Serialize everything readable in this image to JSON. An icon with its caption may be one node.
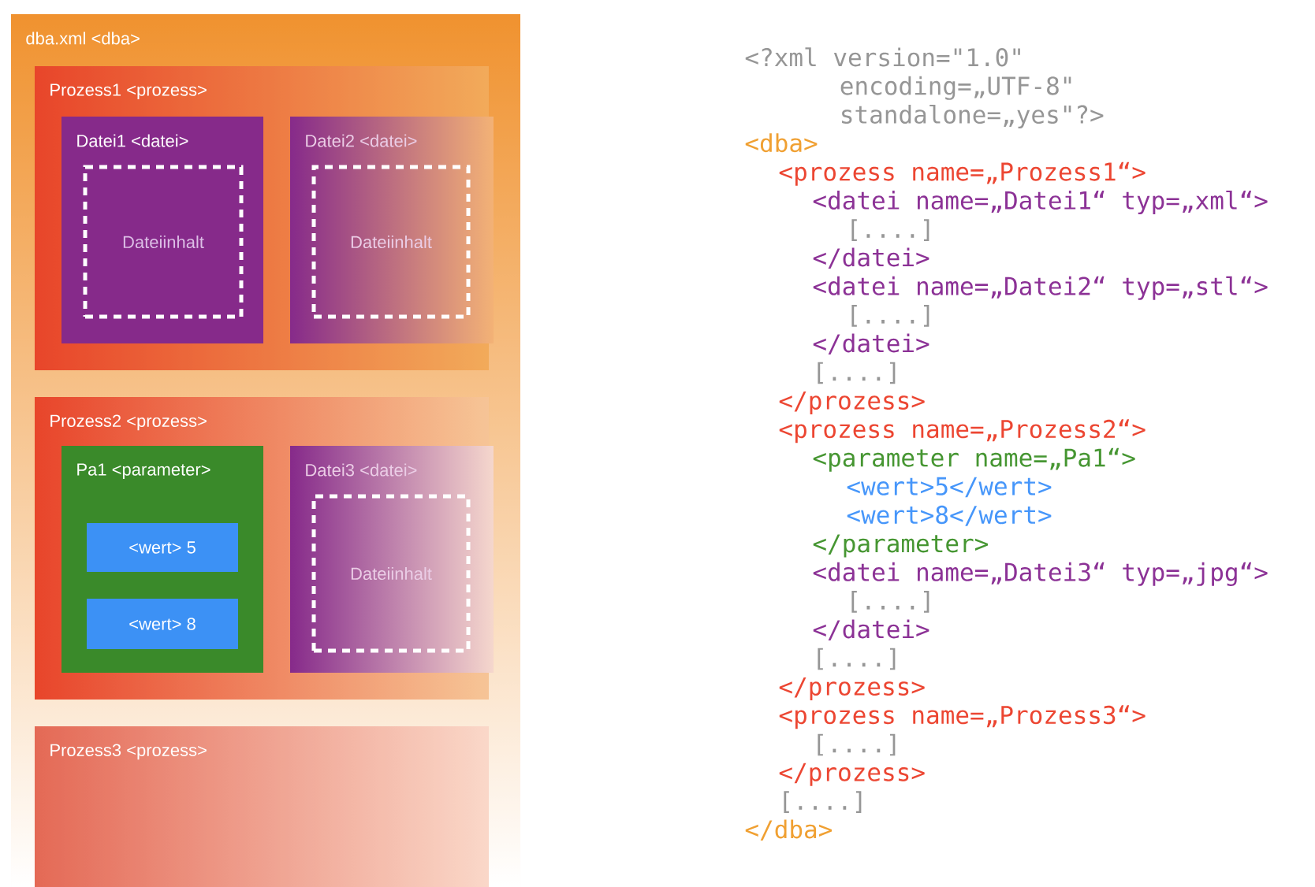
{
  "diagram": {
    "nodes": [
      {
        "text": [
          "dba.xml <dba>"
        ]
      },
      {
        "text": [
          "Prozess1 <prozess>"
        ],
        "in": 0
      },
      {
        "text": [
          "Datei1 <datei>"
        ],
        "in": 1
      },
      {
        "text": [
          "Dateiinhalt"
        ],
        "in": 2
      },
      {
        "text": [
          "Datei2 <datei>"
        ],
        "in": 1
      },
      {
        "text": [
          "Dateiinhalt"
        ],
        "in": 4
      },
      {
        "text": [
          "Prozess2 <prozess>"
        ],
        "in": 0
      },
      {
        "text": [
          "Pa1 <parameter>"
        ],
        "in": 6
      },
      {
        "text": [
          "<wert> 5"
        ],
        "in": 7
      },
      {
        "text": [
          "<wert> 8"
        ],
        "in": 7
      },
      {
        "text": [
          "Datei3 <datei>"
        ],
        "in": 6
      },
      {
        "text": [
          "Dateiinhalt"
        ],
        "in": 10
      },
      {
        "text": [
          "Prozess3 <prozess>"
        ],
        "in": 0
      }
    ],
    "labels": [
      "<?xml version=\"1.0\"",
      "encoding=„UTF-8\"",
      "standalone=„yes\"?>",
      "<dba>",
      "<prozess name=„Prozess1“>",
      "<datei name=„Datei1“ typ=„xml“>",
      "[....]",
      "</datei>",
      "<datei name=„Datei2“ typ=„stl“>",
      "[....]",
      "</datei>",
      "[....]",
      "</prozess>",
      "<prozess name=„Prozess2“>",
      "<parameter name=„Pa1“>",
      "<wert>5</wert>",
      "<wert>8</wert>",
      "</parameter>",
      "<datei name=„Datei3“ typ=„jpg“>",
      "[....]",
      "</datei>",
      "[....]",
      "</prozess>",
      "<prozess name=„Prozess3“>",
      "[....]",
      "</prozess>",
      "[....]",
      "</dba>"
    ]
  }
}
